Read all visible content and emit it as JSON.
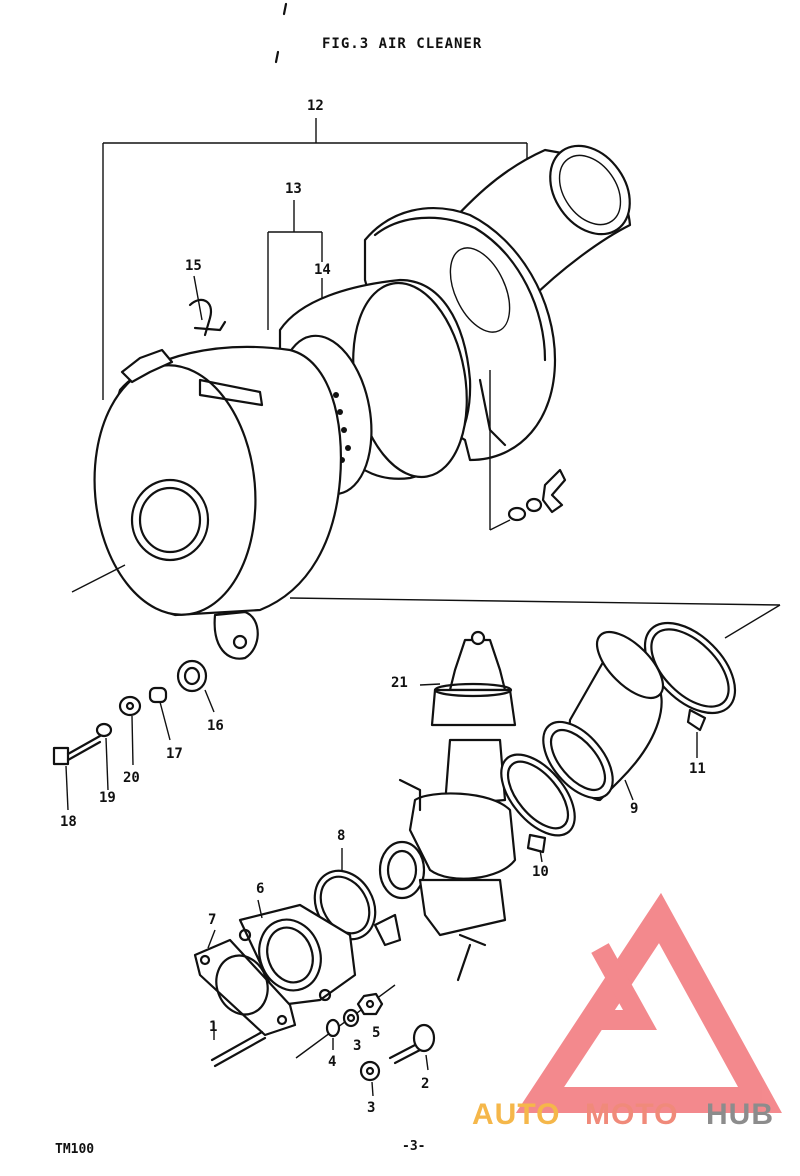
{
  "title": "FIG.3  AIR CLEANER",
  "footer": {
    "model": "TM100",
    "page": "-3-"
  },
  "callouts": {
    "c12": "12",
    "c13": "13",
    "c14": "14",
    "c15": "15",
    "c16": "16",
    "c17": "17",
    "c18": "18",
    "c19": "19",
    "c20": "20",
    "c21": "21",
    "c11": "11",
    "c9": "9",
    "c10": "10",
    "c8": "8",
    "c6": "6",
    "c7": "7",
    "c1": "1",
    "c4": "4",
    "c3a": "3",
    "c5": "5",
    "c2": "2",
    "c3b": "3"
  },
  "watermark": {
    "auto": "AUTO",
    "moto": "MOTO",
    "hub": "HUB",
    "colors": {
      "auto": "#f5b74a",
      "moto": "#f08a7a",
      "hub": "#8c8c8c",
      "logo": "#f2757a"
    }
  }
}
